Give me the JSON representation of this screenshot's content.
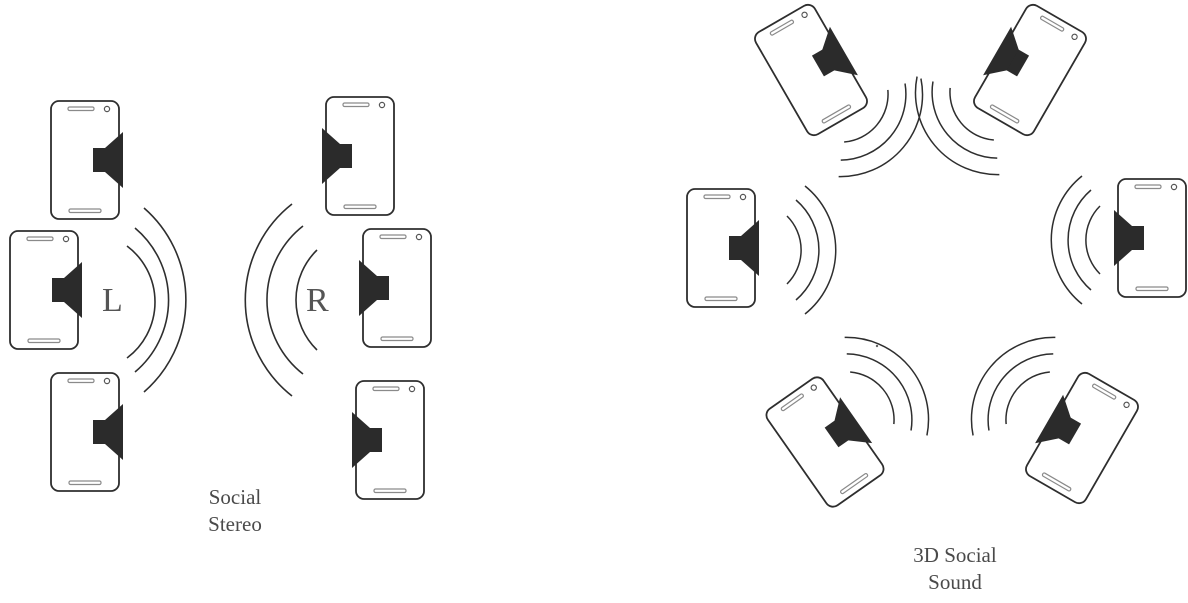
{
  "left_diagram": {
    "left_channel_letter": "L",
    "right_channel_letter": "R",
    "caption_line1": "Social",
    "caption_line2": "Stereo"
  },
  "right_diagram": {
    "caption_line1": "3D Social",
    "caption_line2": "Sound"
  },
  "colors": {
    "line": "#2e2e2e",
    "speaker": "#2b2b2b",
    "grille": "#8a8a8a",
    "letter": "#555555",
    "caption": "#4a4a4a"
  },
  "icons": [
    "phone-icon",
    "speaker-icon",
    "sound-wave-icon"
  ]
}
